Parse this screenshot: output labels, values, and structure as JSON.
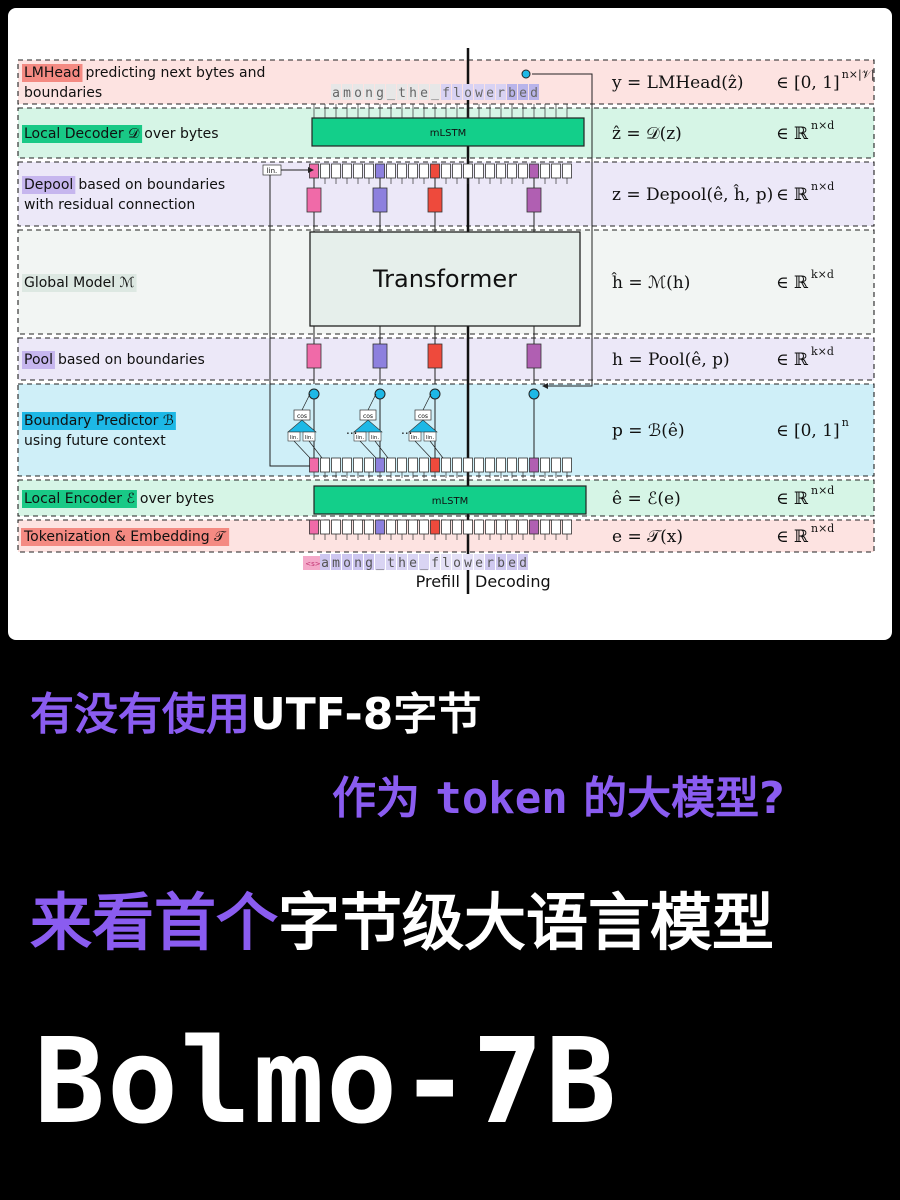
{
  "diagram": {
    "layers": [
      {
        "name": "LMHead",
        "desc": "predicting next bytes and",
        "desc2": "boundaries",
        "eq": "y = LMHead(ẑ)",
        "dom": "∈ [0, 1]",
        "sup": "n×|𝒱|",
        "bg": "#fde3e1",
        "label_bg": "#f48a82"
      },
      {
        "name": "Local Decoder 𝒟",
        "desc": "over bytes",
        "desc2": "",
        "eq": "ẑ = 𝒟(z)",
        "dom": "∈ ℝ",
        "sup": "n×d",
        "bg": "#d6f5e6",
        "label_bg": "#19c986"
      },
      {
        "name": "Depool",
        "desc": "based on boundaries",
        "desc2": "with residual connection",
        "eq": "z = Depool(ê, ĥ, p)",
        "dom": "∈ ℝ",
        "sup": "n×d",
        "bg": "#ece8f8",
        "label_bg": "#c6b6ee"
      },
      {
        "name": "Global Model ℳ",
        "desc": "",
        "desc2": "",
        "eq": "ĥ = ℳ(h)",
        "dom": "∈ ℝ",
        "sup": "k×d",
        "bg": "#f2f5f3",
        "label_bg": "#dde8e2"
      },
      {
        "name": "Pool",
        "desc": "based on boundaries",
        "desc2": "",
        "eq": "h = Pool(ê, p)",
        "dom": "∈ ℝ",
        "sup": "k×d",
        "bg": "#ece8f8",
        "label_bg": "#c6b6ee"
      },
      {
        "name": "Boundary Predictor ℬ",
        "desc": "",
        "desc2": "using future context",
        "eq": "p = ℬ(ê)",
        "dom": "∈ [0, 1]",
        "sup": "n",
        "bg": "#cfeff8",
        "label_bg": "#1db8e6"
      },
      {
        "name": "Local Encoder ℰ",
        "desc": "over bytes",
        "desc2": "",
        "eq": "ê = ℰ(e)",
        "dom": "∈ ℝ",
        "sup": "n×d",
        "bg": "#d6f5e6",
        "label_bg": "#19c986"
      },
      {
        "name": "Tokenization & Embedding 𝒯",
        "desc": "",
        "desc2": "",
        "eq": "e = 𝒯(x)",
        "dom": "∈ ℝ",
        "sup": "n×d",
        "bg": "#fde3e1",
        "label_bg": "#f48a82"
      }
    ],
    "mlstm_label": "mLSTM",
    "transformer_label": "Transformer",
    "lin_label": "lin.",
    "cos_label": "cos",
    "ellipsis": "...",
    "bos": "<s>",
    "input_chars": [
      "a",
      "m",
      "o",
      "n",
      "g",
      "_",
      "t",
      "h",
      "e",
      "_",
      "f",
      "l",
      "o",
      "w",
      "e",
      "r",
      "b",
      "e",
      "d"
    ],
    "output_chars": [
      "a",
      "m",
      "o",
      "n",
      "g",
      "_",
      "t",
      "h",
      "e",
      "_",
      "f",
      "l",
      "o",
      "w",
      "e",
      "r",
      "b",
      "e",
      "d"
    ],
    "prefill_label": "Prefill",
    "decoding_label": "Decoding",
    "patch_colors": [
      "#f06aa8",
      "#8d80de",
      "#ee4a3c",
      "#b05fb2"
    ]
  },
  "headline": {
    "line1_purple": "有没有使用",
    "line1_white": "UTF-8字节",
    "line2_pre": "作为 ",
    "line2_token": "token",
    "line2_post": " 的大模型?",
    "line3_purple": "来看首个",
    "line3_white": "字节级大语言模型",
    "model_name": "Bolmo-7B"
  },
  "colors": {
    "accent_purple": "#8a5cf0",
    "background": "#000000",
    "card": "#ffffff"
  }
}
